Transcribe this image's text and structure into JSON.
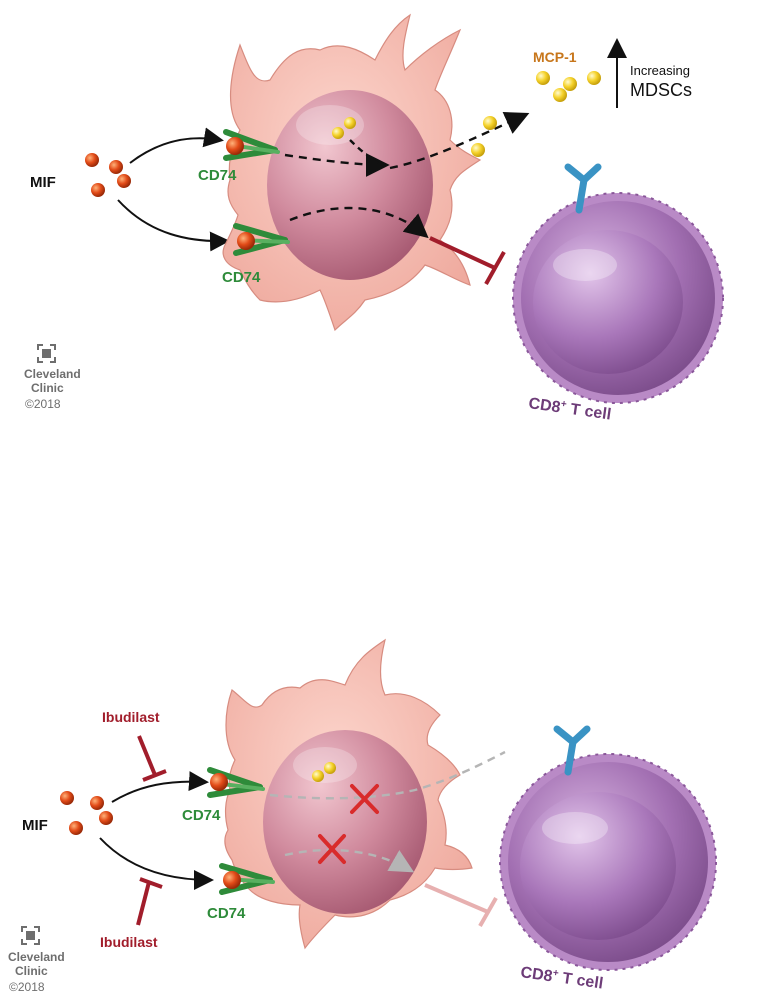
{
  "colors": {
    "mif_ball": "#e24b18",
    "mcp_ball": "#f5d22a",
    "cd74": "#2e8b3a",
    "ibudilast": "#a11d2b",
    "macrophage": "#f3b8b0",
    "nucleus": "#c97f92",
    "tcell": "#9b63a8",
    "receptor": "#3a93c4",
    "mcp_label": "#c7761b",
    "tcell_label": "#6d3c78",
    "logo": "#6e6e6e"
  },
  "panel_top": {
    "mif_label": "MIF",
    "cd74_upper": "CD74",
    "cd74_lower": "CD74",
    "mcp_label": "MCP-1",
    "increasing_label": "Increasing",
    "mdscs_label": "MDSCs",
    "tcell_label_main": "CD8",
    "tcell_label_sup": "+",
    "tcell_label_rest": " T cell"
  },
  "panel_bottom": {
    "mif_label": "MIF",
    "cd74_upper": "CD74",
    "cd74_lower": "CD74",
    "ibudilast_top": "Ibudilast",
    "ibudilast_bottom": "Ibudilast",
    "tcell_label_main": "CD8",
    "tcell_label_sup": "+",
    "tcell_label_rest": " T cell"
  },
  "logo_top": {
    "line1": "Cleveland",
    "line2": "Clinic",
    "line3": "©2018"
  },
  "logo_bottom": {
    "line1": "Cleveland",
    "line2": "Clinic",
    "line3": "©2018"
  }
}
